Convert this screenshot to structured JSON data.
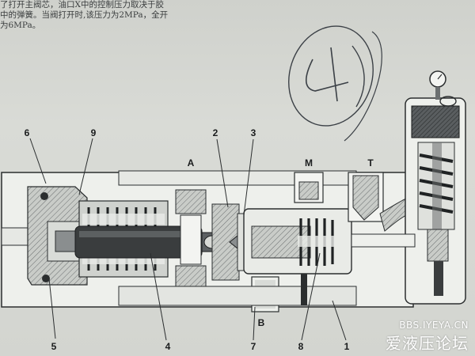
{
  "page": {
    "text_lines": [
      "了打开主阀芯，油口X中的控制压力取决于胶",
      "中的弹簧。当阀打开时,该压力为2MPa，全开",
      "为6MPa。"
    ],
    "handwriting": "(4)"
  },
  "labels": {
    "port_a": "A",
    "port_m": "M",
    "port_t": "T",
    "port_b": "B",
    "callout_6": "6",
    "callout_9": "9",
    "callout_2": "2",
    "callout_3": "3",
    "callout_5": "5",
    "callout_4": "4",
    "callout_7": "7",
    "callout_8": "8",
    "callout_1": "1"
  },
  "watermark": {
    "url": "BBS.IYEYA.CN",
    "site_name": "爱液压论坛"
  },
  "colors": {
    "body_fill": "#f3f4f1",
    "section_fill": "#b9bcb8",
    "outline": "#2b2e2f",
    "dark_fill": "#3a3d3e"
  }
}
